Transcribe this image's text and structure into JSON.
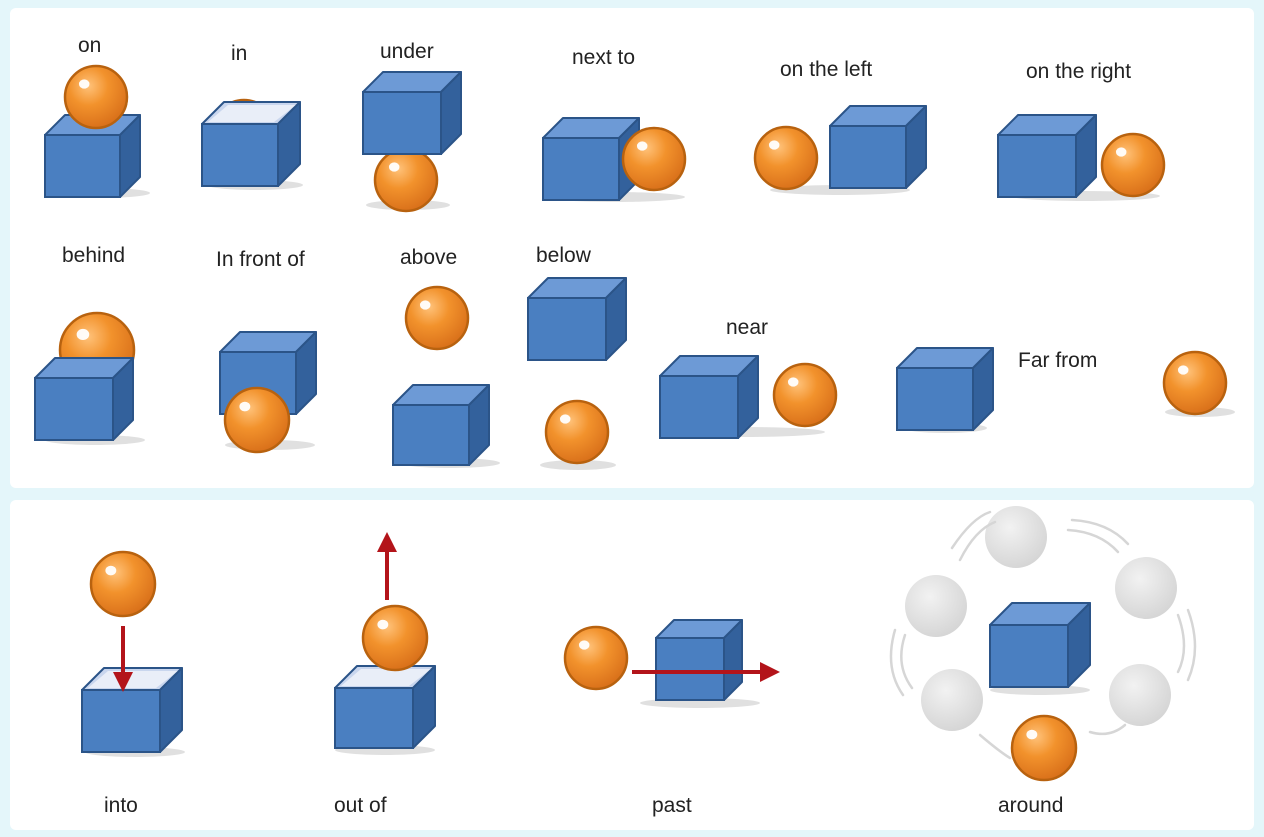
{
  "labels": {
    "on": "on",
    "in": "in",
    "under": "under",
    "next_to": "next to",
    "on_the_left": "on the left",
    "on_the_right": "on the right",
    "behind": "behind",
    "in_front_of": "In front of",
    "above": "above",
    "below": "below",
    "near": "near",
    "far_from": "Far from",
    "into": "into",
    "out_of": "out of",
    "past": "past",
    "around": "around"
  },
  "colors": {
    "background": "#e4f6fa",
    "panel": "#ffffff",
    "cube_front": "#4a7fc1",
    "cube_top": "#6d9ad6",
    "cube_side": "#33619c",
    "cube_edge": "#2b5488",
    "ball": "#f08a24",
    "ball_edge": "#b8620f",
    "arrow": "#b3141a",
    "ghost_ball": "#dddddd"
  }
}
